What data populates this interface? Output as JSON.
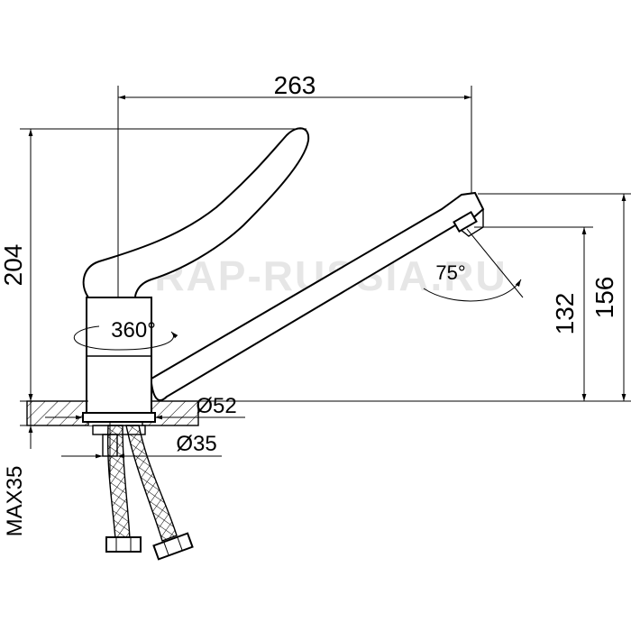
{
  "watermark": "FRAP-RUSSIA.RU",
  "dimensions": {
    "spout_reach": "263",
    "total_height": "204",
    "spout_height": "156",
    "outlet_height": "132",
    "body_diameter": "Ø52",
    "mount_diameter": "Ø35",
    "max_thickness": "MAX35",
    "rotation": "360°",
    "spray_angle": "75°"
  },
  "colors": {
    "line": "#000000",
    "hatch": "#000000",
    "watermark": "#e6e6e6",
    "background": "#ffffff"
  }
}
